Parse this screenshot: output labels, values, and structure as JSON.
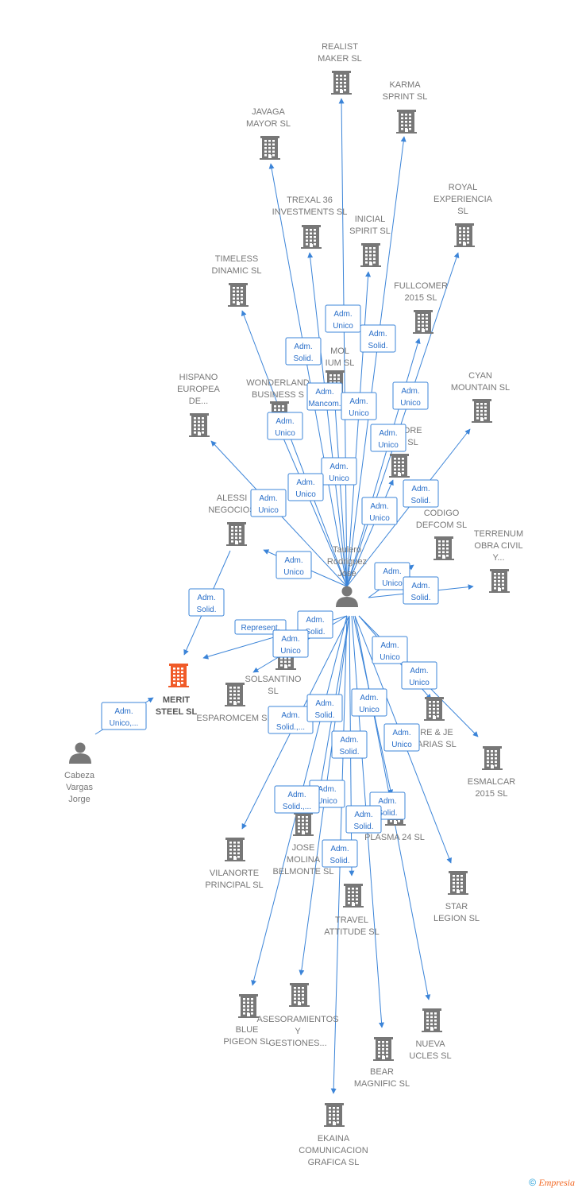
{
  "colors": {
    "edge": "#3b84d8",
    "node": "#777777",
    "highlight": "#f05a28",
    "label": "#777777"
  },
  "footer": {
    "copyright": "©",
    "brand": "Empresia"
  },
  "nodes": [
    {
      "id": "realist",
      "type": "company",
      "lines": [
        "REALIST",
        "MAKER  SL"
      ]
    },
    {
      "id": "karma",
      "type": "company",
      "lines": [
        "KARMA",
        "SPRINT  SL"
      ]
    },
    {
      "id": "javaga",
      "type": "company",
      "lines": [
        "JAVAGA",
        "MAYOR  SL"
      ]
    },
    {
      "id": "trexal",
      "type": "company",
      "lines": [
        "TREXAL 36",
        "INVESTMENTS SL"
      ]
    },
    {
      "id": "inicial",
      "type": "company",
      "lines": [
        "INICIAL",
        "SPIRIT  SL"
      ]
    },
    {
      "id": "royal",
      "type": "company",
      "lines": [
        "ROYAL",
        "EXPERIENCIA",
        "SL"
      ]
    },
    {
      "id": "timeless",
      "type": "company",
      "lines": [
        "TIMELESS",
        "DINAMIC  SL"
      ]
    },
    {
      "id": "fullcomer",
      "type": "company",
      "lines": [
        "FULLCOMER",
        "2015  SL"
      ]
    },
    {
      "id": "mol",
      "type": "company",
      "lines": [
        "MOL",
        "IUM  SL"
      ]
    },
    {
      "id": "hispano",
      "type": "company",
      "lines": [
        "HISPANO",
        "EUROPEA",
        "DE..."
      ]
    },
    {
      "id": "wonderland",
      "type": "company",
      "lines": [
        "WONDERLAND",
        "BUSINESS  S"
      ]
    },
    {
      "id": "cyan",
      "type": "company",
      "lines": [
        "CYAN",
        "MOUNTAIN  SL"
      ]
    },
    {
      "id": "dre",
      "type": "company",
      "lines": [
        "DRE",
        "SL"
      ]
    },
    {
      "id": "alessi",
      "type": "company",
      "lines": [
        "ALESSI",
        "NEGOCIOS"
      ]
    },
    {
      "id": "codigo",
      "type": "company",
      "lines": [
        "CODIGO",
        "DEFCOM  SL"
      ]
    },
    {
      "id": "terrenum",
      "type": "company",
      "lines": [
        "TERRENUM",
        "OBRA CIVIL",
        "Y..."
      ]
    },
    {
      "id": "taulero",
      "type": "person",
      "lines": [
        "Taulero",
        "Rodriguez",
        "Jose"
      ]
    },
    {
      "id": "merit",
      "type": "company",
      "highlight": true,
      "lines": [
        "MERIT",
        "STEEL  SL"
      ]
    },
    {
      "id": "solsantino",
      "type": "company",
      "lines": [
        "SOLSANTINO",
        "SL"
      ]
    },
    {
      "id": "esparomcem",
      "type": "company",
      "lines": [
        "ESPAROMCEM SL"
      ]
    },
    {
      "id": "reje",
      "type": "company",
      "lines": [
        "RE & JE",
        "ARIAS  SL"
      ]
    },
    {
      "id": "cabeza",
      "type": "person",
      "lines": [
        "Cabeza",
        "Vargas",
        "Jorge"
      ]
    },
    {
      "id": "esmalcar",
      "type": "company",
      "lines": [
        "ESMALCAR",
        "2015  SL"
      ]
    },
    {
      "id": "jose",
      "type": "company",
      "lines": [
        "JOSE",
        "MOLINA",
        "BELMONTE  SL"
      ]
    },
    {
      "id": "plasma",
      "type": "company",
      "lines": [
        "PLASMA 24 SL"
      ]
    },
    {
      "id": "vilanorte",
      "type": "company",
      "lines": [
        "VILANORTE",
        "PRINCIPAL  SL"
      ]
    },
    {
      "id": "star",
      "type": "company",
      "lines": [
        "STAR",
        "LEGION  SL"
      ]
    },
    {
      "id": "travel",
      "type": "company",
      "lines": [
        "TRAVEL",
        "ATTITUDE  SL"
      ]
    },
    {
      "id": "asesoramientos",
      "type": "company",
      "lines": [
        "ASESORAMIENTOS",
        "Y",
        "GESTIONES..."
      ]
    },
    {
      "id": "blue",
      "type": "company",
      "lines": [
        "BLUE",
        "PIGEON  SL"
      ]
    },
    {
      "id": "nueva",
      "type": "company",
      "lines": [
        "NUEVA",
        "UCLES  SL"
      ]
    },
    {
      "id": "bear",
      "type": "company",
      "lines": [
        "BEAR",
        "MAGNIFIC  SL"
      ]
    },
    {
      "id": "ekaina",
      "type": "company",
      "lines": [
        "EKAINA",
        "COMUNICACION",
        "GRAFICA  SL"
      ]
    }
  ],
  "edge_labels": [
    {
      "id": "l1",
      "lines": [
        "Adm.",
        "Unico"
      ]
    },
    {
      "id": "l2",
      "lines": [
        "Adm.",
        "Solid."
      ]
    },
    {
      "id": "l3",
      "lines": [
        "Adm.",
        "Solid."
      ]
    },
    {
      "id": "l4",
      "lines": [
        "Adm.",
        "Mancom."
      ]
    },
    {
      "id": "l5",
      "lines": [
        "Adm.",
        "Unico"
      ]
    },
    {
      "id": "l6",
      "lines": [
        "Adm.",
        "Unico"
      ]
    },
    {
      "id": "l7",
      "lines": [
        "Adm.",
        "Unico"
      ]
    },
    {
      "id": "l8",
      "lines": [
        "Adm.",
        "Unico"
      ]
    },
    {
      "id": "l9",
      "lines": [
        "Adm.",
        "Unico"
      ]
    },
    {
      "id": "l10",
      "lines": [
        "Adm.",
        "Unico"
      ]
    },
    {
      "id": "l11",
      "lines": [
        "Adm.",
        "Solid."
      ]
    },
    {
      "id": "l12",
      "lines": [
        "Adm.",
        "Unico"
      ]
    },
    {
      "id": "l13",
      "lines": [
        "Adm.",
        "Unico"
      ]
    },
    {
      "id": "l14",
      "lines": [
        "Adm.",
        "Unico"
      ]
    },
    {
      "id": "l15",
      "lines": [
        "Adm.",
        "Unico"
      ]
    },
    {
      "id": "l16",
      "lines": [
        "Adm.",
        "Solid."
      ]
    },
    {
      "id": "l17",
      "lines": [
        "Adm.",
        "Solid."
      ]
    },
    {
      "id": "l18",
      "lines": [
        "Represent."
      ]
    },
    {
      "id": "l19",
      "lines": [
        "Adm.",
        "Solid."
      ]
    },
    {
      "id": "l20",
      "lines": [
        "Adm.",
        "Unico"
      ]
    },
    {
      "id": "l21",
      "lines": [
        "Adm.",
        "Unico"
      ]
    },
    {
      "id": "l22",
      "lines": [
        "Adm.",
        "Unico"
      ]
    },
    {
      "id": "l23",
      "lines": [
        "Adm.",
        "Solid.,..."
      ]
    },
    {
      "id": "l24",
      "lines": [
        "Adm.",
        "Unico"
      ]
    },
    {
      "id": "l25",
      "lines": [
        "Adm.",
        "Solid."
      ]
    },
    {
      "id": "l26",
      "lines": [
        "Adm.",
        "Unico"
      ]
    },
    {
      "id": "l27",
      "lines": [
        "Adm.",
        "Solid."
      ]
    },
    {
      "id": "l28",
      "lines": [
        "Adm.",
        "Unico"
      ]
    },
    {
      "id": "l29",
      "lines": [
        "Adm.",
        "Solid.,..."
      ]
    },
    {
      "id": "l30",
      "lines": [
        "Adm.",
        "Solid."
      ]
    },
    {
      "id": "l31",
      "lines": [
        "Adm.",
        "Solid."
      ]
    },
    {
      "id": "l32",
      "lines": [
        "Adm.",
        "Solid."
      ]
    },
    {
      "id": "l33",
      "lines": [
        "Adm.",
        "Unico,..."
      ]
    }
  ]
}
